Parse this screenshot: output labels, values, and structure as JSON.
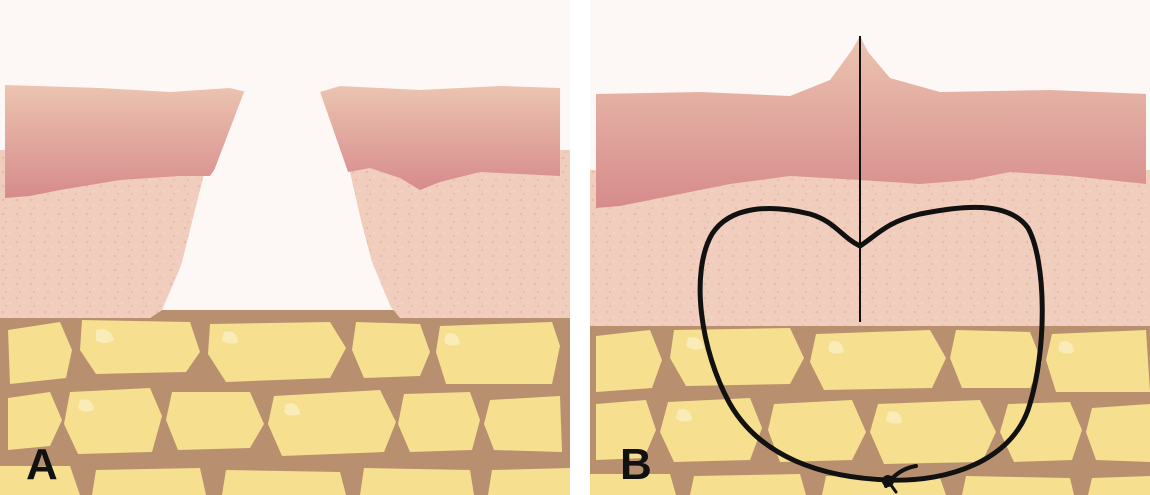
{
  "panels": [
    {
      "id": "A",
      "label": "A"
    },
    {
      "id": "B",
      "label": "B"
    }
  ],
  "colors": {
    "background": "#fdf8f6",
    "epidermis_top": "#ecc4b0",
    "epidermis_bottom": "#d98f8f",
    "dermis": "#f0cdbd",
    "fat_lobule": "#f6df8e",
    "fat_septa": "#b89070",
    "suture": "#111111"
  },
  "icons": [
    "skin-wound-gap",
    "suture-loop",
    "needle-knot"
  ]
}
